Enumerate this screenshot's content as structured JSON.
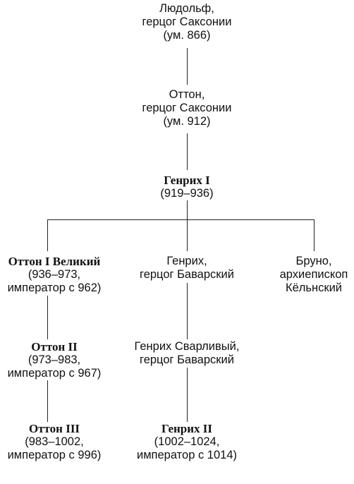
{
  "nodes": {
    "ludolf": {
      "name": "Людольф,",
      "lines": [
        "герцог Саксонии",
        "(ум. 866)"
      ]
    },
    "otto": {
      "name": "Оттон,",
      "lines": [
        "герцог Саксонии",
        "(ум. 912)"
      ]
    },
    "heinrich1": {
      "name": "Генрих I",
      "lines": [
        "(919–936)"
      ]
    },
    "otto1": {
      "name": "Оттон I Великий",
      "lines": [
        "(936–973,",
        "император с 962)"
      ]
    },
    "heinrich_bav": {
      "name": "Генрих,",
      "lines": [
        "герцог Баварский"
      ]
    },
    "bruno": {
      "name": "Бруно,",
      "lines": [
        "архиепископ",
        "Кёльнский"
      ]
    },
    "otto2": {
      "name": "Оттон II",
      "lines": [
        "(973–983,",
        "император с 967)"
      ]
    },
    "heinrich_sv": {
      "name": "Генрих Сварливый,",
      "lines": [
        "герцог Баварский"
      ]
    },
    "otto3": {
      "name": "Оттон III",
      "lines": [
        "(983–1002,",
        "император с 996)"
      ]
    },
    "heinrich2": {
      "name": "Генрих II",
      "lines": [
        "(1002–1024,",
        "император с 1014)"
      ]
    }
  }
}
